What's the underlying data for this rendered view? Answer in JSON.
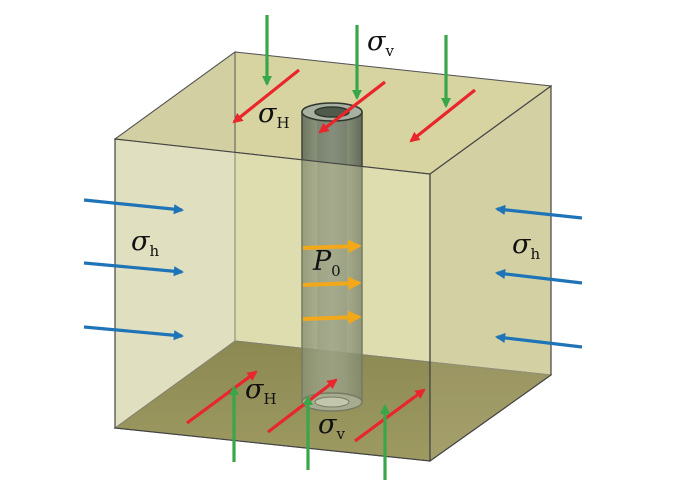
{
  "labels": {
    "sigma_v_top": {
      "sym": "σ",
      "sub": "v"
    },
    "sigma_H_top": {
      "sym": "σ",
      "sub": "H"
    },
    "sigma_h_left": {
      "sym": "σ",
      "sub": "h"
    },
    "sigma_h_right": {
      "sym": "σ",
      "sub": "h"
    },
    "pressure": {
      "sym": "P",
      "sub": "0"
    },
    "sigma_H_bottom": {
      "sym": "σ",
      "sub": "H"
    },
    "sigma_v_bottom": {
      "sym": "σ",
      "sub": "v"
    }
  },
  "colors": {
    "vertical_stress_arrow": "#3aa64a",
    "max_horizontal_stress_arrow": "#e8262b",
    "min_horizontal_stress_arrow": "#1f74b8",
    "pore_pressure_arrow": "#f3a81a",
    "cube_face": "#d8d7a7",
    "cube_bottom": "#6f6a2e",
    "wellbore": "#6f7a6c"
  },
  "icons": {
    "vertical_stress": "arrow-down-up",
    "max_horizontal_stress": "arrow-diagonal",
    "min_horizontal_stress": "arrow-horizontal",
    "pore_pressure": "arrow-horizontal"
  }
}
